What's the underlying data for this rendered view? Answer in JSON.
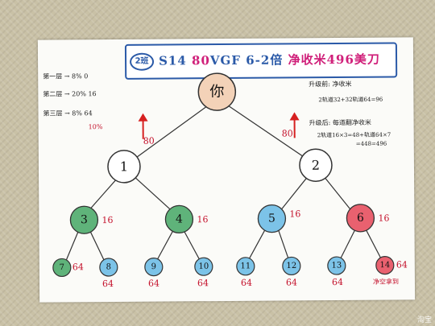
{
  "header": {
    "badge": "2班",
    "code": "S14",
    "class_prefix": "80",
    "class_tail": "VGF",
    "multiplier": "6-2倍",
    "headline": "净收米496美刀"
  },
  "left_notes": {
    "line1": "第一层 → 8% 0",
    "line2": "第二层 → 20% 16",
    "line3": "第三层 → 8% 64",
    "sum": "10%"
  },
  "right_notes": {
    "before_title": "升级前: 净收米",
    "before_calc": "2轨道32+32轨道64=96",
    "after_title": "升级后: 每道翻净收米",
    "after_calc1": "2轨道16×3=48+轨道64×7",
    "after_calc2": "=448=496"
  },
  "tree": {
    "root": "你",
    "level1": [
      "1",
      "2"
    ],
    "level1_values": [
      "80",
      "80"
    ],
    "level2": [
      "3",
      "4",
      "5",
      "6"
    ],
    "level2_values": [
      "16",
      "16",
      "16",
      "16"
    ],
    "level3": [
      "7",
      "8",
      "9",
      "10",
      "11",
      "12",
      "13",
      "14"
    ],
    "level3_values": [
      "64",
      "64",
      "64",
      "64",
      "64",
      "64",
      "64",
      "64"
    ],
    "footer_note": "净空拿到",
    "colors": {
      "root": "#f3d2b8",
      "level1": "#ffffff",
      "green": "#5fb37a",
      "blue": "#7cc3e8",
      "red": "#e9616f",
      "arrow": "#d62020"
    }
  },
  "watermark": "淘宝"
}
